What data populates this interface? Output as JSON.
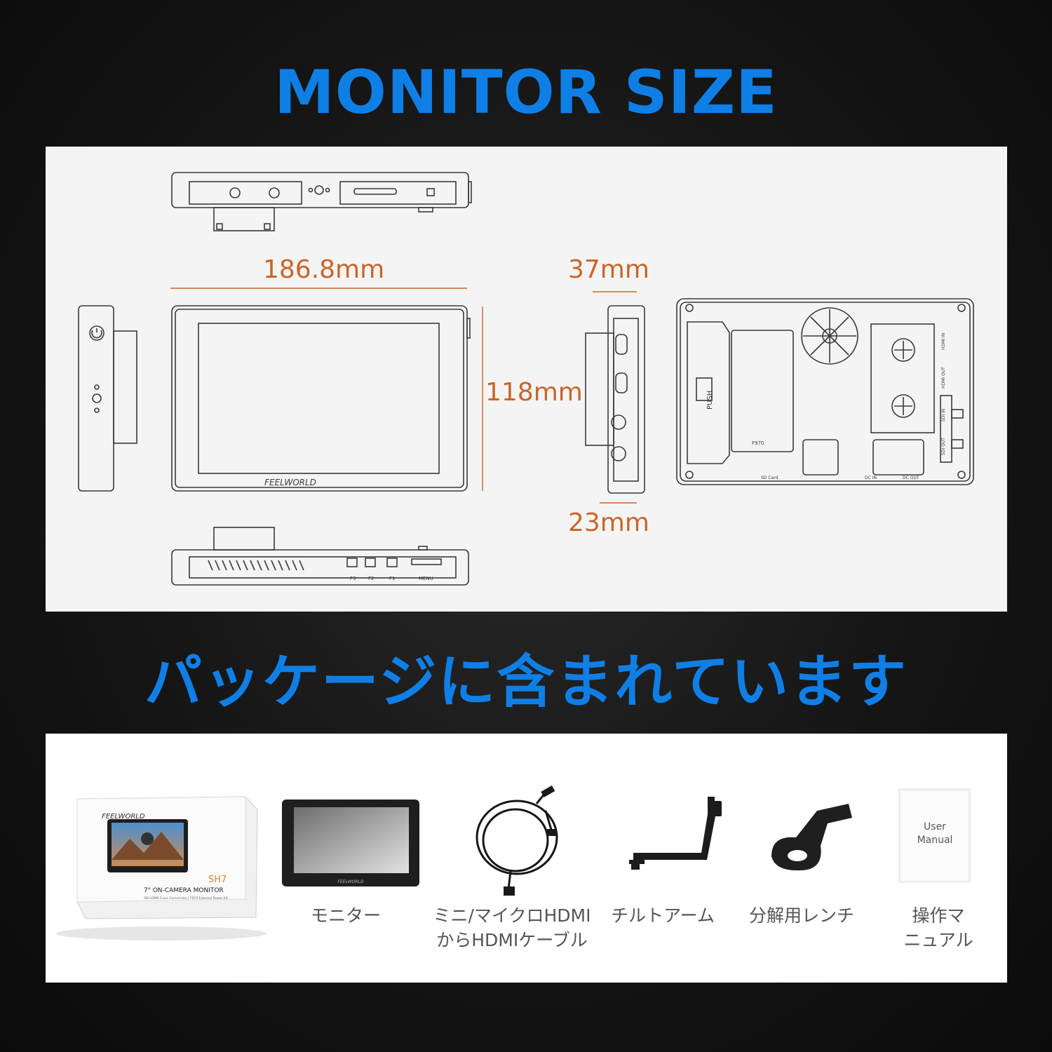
{
  "titles": {
    "monitor_size": "MONITOR SIZE",
    "package": "パッケージに含まれています"
  },
  "dimensions": {
    "width": "186.8mm",
    "height": "118mm",
    "depth_max": "37mm",
    "depth_min": "23mm"
  },
  "drawing_labels": {
    "brand": "FEELWORLD",
    "push": "PUSH",
    "battery": "F970",
    "sd_card": "SD Card",
    "dc_in": "DC IN",
    "dc_out": "DC OUT",
    "hdmi_in": "HDMI IN",
    "hdmi_out": "HDMI OUT",
    "sdi_in": "SDI IN",
    "sdi_out": "SDI OUT",
    "f3": "F3",
    "f2": "F2",
    "f1": "F1",
    "menu": "MENU"
  },
  "box": {
    "brand": "FEELWORLD",
    "model": "SH7",
    "headline": "7\" ON-CAMERA MONITOR",
    "subline": "SDI HDMI Cross Conversion | F970 External Power Kit"
  },
  "monitor_brand": "FEELWORLD",
  "manual_label": {
    "line1": "User",
    "line2": "Manual"
  },
  "items": [
    {
      "line1": "モニター",
      "line2": ""
    },
    {
      "line1": "ミニ/マイクロHDMI",
      "line2": "からHDMIケーブル"
    },
    {
      "line1": "チルトアーム",
      "line2": ""
    },
    {
      "line1": "分解用レンチ",
      "line2": ""
    },
    {
      "line1": "操作マ",
      "line2": "ニュアル"
    }
  ],
  "colors": {
    "title_blue": "#0f7fe6",
    "dimension_orange": "#c8662a"
  }
}
